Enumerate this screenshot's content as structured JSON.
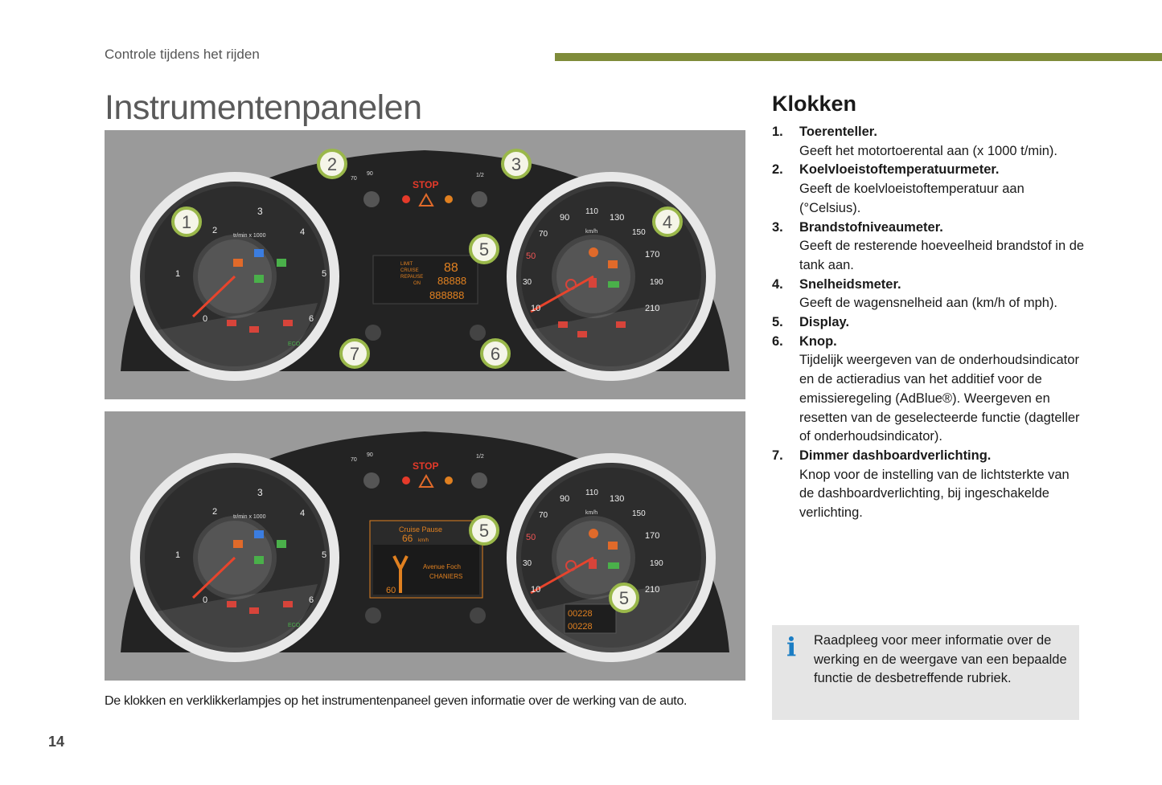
{
  "header": {
    "section": "Controle tijdens het rijden",
    "accent_color": "#7f8c3a"
  },
  "page_title": "Instrumentenpanelen",
  "caption": "De klokken en verklikkerlampjes op het instrumentenpaneel geven informatie over de werking van de auto.",
  "page_number": "14",
  "dash": {
    "rev_unit": "tr/min x 1000",
    "rev_ticks": [
      "1",
      "2",
      "3",
      "4",
      "5",
      "6",
      "0"
    ],
    "speed_unit": "km/h",
    "speed_ticks": [
      "10",
      "30",
      "50",
      "70",
      "90",
      "110",
      "130",
      "150",
      "170",
      "190",
      "210"
    ],
    "stop_label": "STOP",
    "temp_ticks": [
      "70",
      "90"
    ],
    "fuel_ticks": [
      "1/2"
    ],
    "eco_label": "ECO",
    "display_1": {
      "lines": [
        "LIMIT",
        "CRUISE",
        "REPAUSE",
        "ON"
      ],
      "gear": "88",
      "odo_1": "88888",
      "odo_2": "888888"
    },
    "display_2": {
      "status": "Cruise Pause",
      "speed": "66",
      "speed_unit": "km/h",
      "street": "Avenue Foch",
      "city": "CHANIERS",
      "limit": "60",
      "trip": "00228",
      "total": "00228"
    }
  },
  "callouts_top": [
    "1",
    "2",
    "3",
    "4",
    "5",
    "6",
    "7"
  ],
  "callouts_bottom": [
    "5",
    "5"
  ],
  "klokken": {
    "title": "Klokken",
    "items": [
      {
        "num": "1.",
        "title": "Toerenteller.",
        "desc": "Geeft het motortoerental aan (x 1000 t/min)."
      },
      {
        "num": "2.",
        "title": "Koelvloeistoftemperatuurmeter.",
        "desc": "Geeft de koelvloeistoftemperatuur aan (°Celsius)."
      },
      {
        "num": "3.",
        "title": "Brandstofniveaumeter.",
        "desc": "Geeft de resterende hoeveelheid brandstof in de tank aan."
      },
      {
        "num": "4.",
        "title": "Snelheidsmeter.",
        "desc": "Geeft de wagensnelheid aan (km/h of mph)."
      },
      {
        "num": "5.",
        "title": "Display.",
        "desc": ""
      },
      {
        "num": "6.",
        "title": "Knop.",
        "desc": "Tijdelijk weergeven van de onderhoudsindicator en de actieradius van het additief voor de emissieregeling (AdBlue®). Weergeven en resetten van de geselecteerde functie (dagteller of onderhoudsindicator)."
      },
      {
        "num": "7.",
        "title": "Dimmer dashboardverlichting.",
        "desc": "Knop voor de instelling van de lichtsterkte van de dashboardverlichting, bij ingeschakelde verlichting."
      }
    ]
  },
  "info": {
    "icon": "info-icon",
    "icon_glyph": "i",
    "icon_color": "#1a7dc4",
    "text": "Raadpleeg voor meer informatie over de werking en de weergave van een bepaalde functie de desbetreffende rubriek."
  }
}
